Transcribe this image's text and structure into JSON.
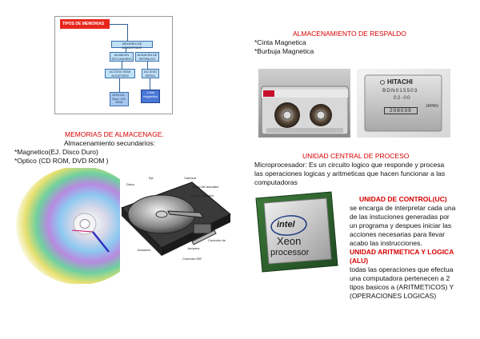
{
  "colors": {
    "heading_red": "#d80000",
    "diagram_box": "#bfe0f5",
    "diagram_border": "#3a6fb0",
    "diagram_title": "#e8271c"
  },
  "diagram": {
    "title": "TIPOS DE MEMORIAS",
    "top": "MEMORIA DE ALMACENAJE",
    "left": "ALMACEN SECUNDARIO",
    "right": "ALMACEN DE RESPALDO",
    "mid_left": "ACCESO SEMI ALEATORIO",
    "mid_right": "ACCESO SERIAL",
    "leaf_left": "DISCOS -Duro -CD-ROM",
    "leaf_right": "-Cinta magnetica"
  },
  "respaldo": {
    "heading": "ALMACENAMIENTO DE RESPALDO",
    "items": [
      "*Cinta Magnetica",
      "*Burbuja Magnetica"
    ]
  },
  "chip_photo": {
    "brand": "HITACHI",
    "code1": "BDN015503",
    "code2": "02-00",
    "serial": "208039",
    "country": "JAPAN"
  },
  "almacenaje": {
    "heading": "MEMORIAS DE ALMACENAGE.",
    "subheading": "Almacenamiento secundarios:",
    "items": [
      "*Magnetico(EJ. Disco Duro)",
      "*Optico (CD ROM, DVD ROM )"
    ]
  },
  "hdd_labels": {
    "eje": "Eje",
    "disco": "Disco",
    "cabezal": "Cabezal",
    "brazo": "Brazo del actuador",
    "eje_actuador": "Eje del actuador",
    "actuador": "Actuador",
    "jumpers": "Jumpers",
    "conector_ide": "Conector IDE",
    "conector_de": "Conector de"
  },
  "cpu": {
    "heading": "UNIDAD CENTRAL DE PROCESO",
    "lines": [
      "Microprocesador: Es un circuito logico que responde y procesa",
      "las operaciones logicas y aritmeticas que hacen funcionar a las",
      "computadoras"
    ],
    "brand": "intel",
    "product1": "Xeon",
    "product2": "processor"
  },
  "uc": {
    "heading": "UNIDAD DE CONTROL(UC)",
    "lines": [
      "se encarga de interpretar cada una",
      "de las instuciones generadas por",
      "un programa y despues iniciar las",
      "acciones necesarias para llevar",
      "acabo las instrucciones."
    ]
  },
  "alu": {
    "heading1": "UNIDAD ARITMETICA Y LOGICA",
    "heading2": "(ALU)",
    "lines": [
      "todas las operaciones que efectua",
      "una computadora pertenecen a 2",
      "tipos basicos a (ARITMETICOS) Y",
      "(OPERACIONES LOGICAS)"
    ]
  }
}
